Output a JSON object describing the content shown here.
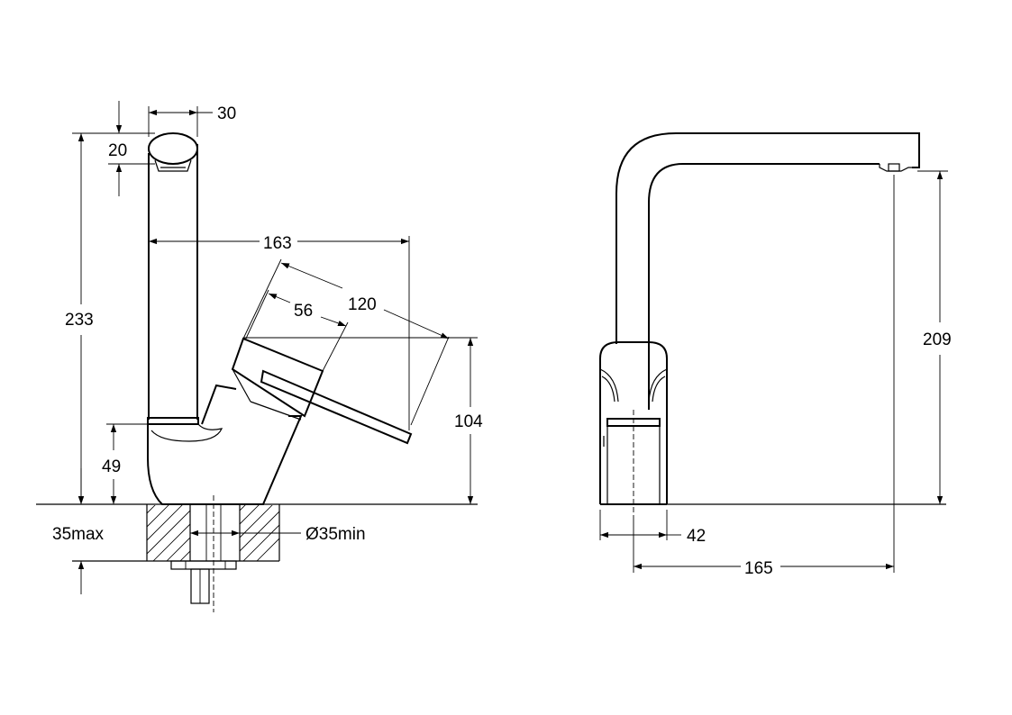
{
  "side_view": {
    "dim_spout_width": "30",
    "dim_aerator": "20",
    "dim_overall_height": "233",
    "dim_reach": "163",
    "dim_lever_length": "120",
    "dim_lever_offset": "56",
    "dim_lever_height": "104",
    "dim_body_height": "49",
    "dim_deck_thickness": "35max",
    "dim_hole": "Ø35min"
  },
  "front_view": {
    "dim_outlet_height": "209",
    "dim_base_width": "42",
    "dim_spout_reach": "165"
  }
}
